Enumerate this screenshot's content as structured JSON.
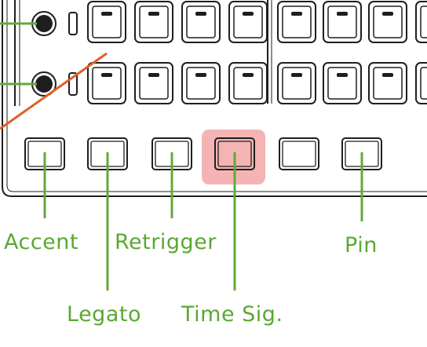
{
  "colors": {
    "callout": "#63a83a",
    "highlight": "#f4b4b4",
    "outline": "#1e1e1e",
    "diagonal": "#e0602a"
  },
  "buttons": [
    {
      "name": "accent-button",
      "label": "Accent",
      "highlighted": false
    },
    {
      "name": "legato-button",
      "label": "Legato",
      "highlighted": false
    },
    {
      "name": "retrigger-button",
      "label": "Retrigger",
      "highlighted": false
    },
    {
      "name": "time-sig-button",
      "label": "Time Sig.",
      "highlighted": true
    },
    {
      "name": "unlabeled-button",
      "label": "",
      "highlighted": false
    },
    {
      "name": "pin-button",
      "label": "Pin",
      "highlighted": false
    }
  ],
  "pad_grid": {
    "rows": 2,
    "visible_columns": 8
  },
  "jacks": 2
}
